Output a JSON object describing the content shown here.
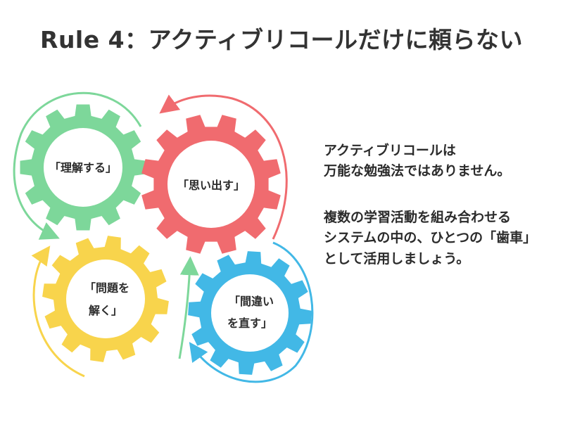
{
  "title": "Rule 4：アクティブリコールだけに頼らない",
  "gears": [
    {
      "lines": [
        "「理解する」"
      ],
      "color": "#7dd79a"
    },
    {
      "lines": [
        "「思い出す」"
      ],
      "color": "#f06b6f"
    },
    {
      "lines": [
        "「問題を",
        "解く」"
      ],
      "color": "#f8d44c"
    },
    {
      "lines": [
        "「間違い",
        "を直す」"
      ],
      "color": "#42b8e6"
    }
  ],
  "body": {
    "para1": [
      "アクティブリコールは",
      "万能な勉強法ではありません。"
    ],
    "para2": [
      "複数の学習活動を組み合わせる",
      "システムの中の、ひとつの「歯車」",
      "として活用しましょう。"
    ]
  }
}
